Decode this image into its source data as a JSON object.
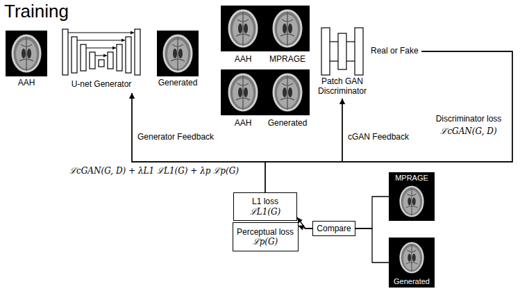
{
  "diagram": {
    "title": "Training",
    "nodes": [
      {
        "text": [
          "AAH"
        ]
      },
      {
        "text": [
          "U-net Generator"
        ]
      },
      {
        "text": [
          "Generated"
        ]
      },
      {
        "text": [
          "AAH"
        ]
      },
      {
        "text": [
          "MPRAGE"
        ]
      },
      {
        "text": [
          "AAH"
        ]
      },
      {
        "text": [
          "Generated"
        ]
      },
      {
        "text": [
          "Patch GAN Discriminator",
          "Real or Fake"
        ]
      },
      {
        "text": [
          "L1 loss",
          "ℒL1(G)"
        ]
      },
      {
        "text": [
          "Perceptual loss",
          "ℒp(G)"
        ]
      },
      {
        "text": [
          "Compare"
        ]
      },
      {
        "text": [
          "MPRAGE"
        ]
      },
      {
        "text": [
          "Generated"
        ]
      }
    ],
    "edges": [
      {
        "from": 7,
        "to": 1,
        "arrow": "to",
        "label": "Generator Feedback"
      },
      {
        "from": 7,
        "to": 7,
        "arrow": "to",
        "label": "cGAN Feedback"
      },
      {
        "from": 8,
        "to": 1,
        "arrow": "to"
      },
      {
        "from": 8,
        "to": 7,
        "arrow": "to"
      },
      {
        "from": 10,
        "to": 8,
        "arrow": "to"
      },
      {
        "from": 10,
        "to": 9,
        "arrow": "to"
      },
      {
        "from": 11,
        "to": 10,
        "arrow": "none"
      },
      {
        "from": 12,
        "to": 10,
        "arrow": "none"
      }
    ],
    "labels": [
      "ℒcGAN(G, D) + λL1 ℒL1(G) + λp ℒp(G)",
      "Discriminator loss",
      "ℒcGAN(G, D)"
    ]
  }
}
